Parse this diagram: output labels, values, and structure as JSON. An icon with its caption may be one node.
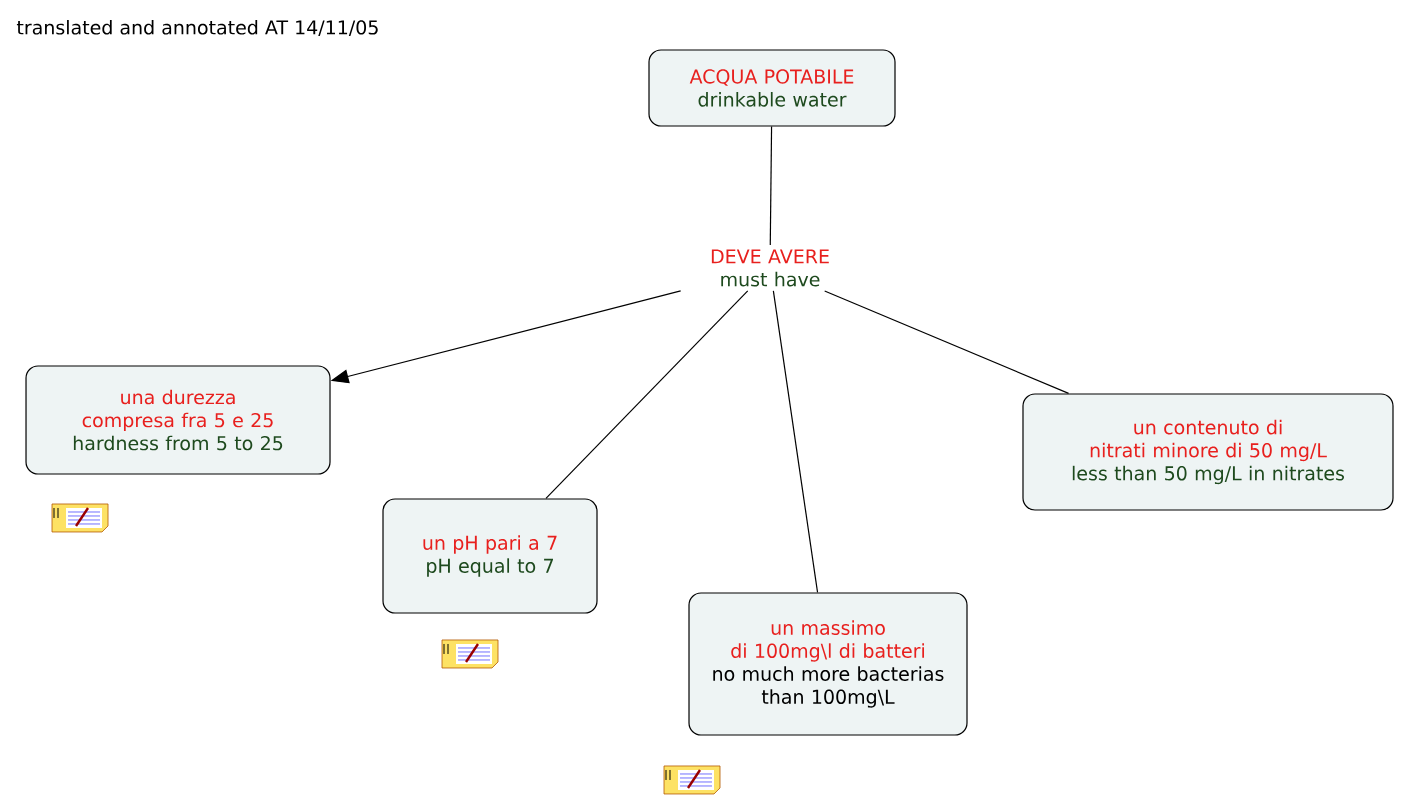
{
  "diagram": {
    "nodes": [
      {
        "text": [
          "ACQUA POTABILE",
          "drinkable water"
        ]
      },
      {
        "text": [
          "DEVE AVERE",
          "must have"
        ]
      },
      {
        "text": [
          "una durezza compresa fra 5 e 25",
          "hardness from 5 to 25"
        ]
      },
      {
        "text": [
          "un pH pari a 7",
          "pH equal to 7"
        ]
      },
      {
        "text": [
          "un massimo di 100mg\\l di batteri",
          "no much more bacterias than 100mg\\L"
        ]
      },
      {
        "text": [
          "un contenuto di nitrati minore di 50 mg/L",
          "less than 50 mg/L in nitrates"
        ]
      }
    ],
    "edges": [
      {
        "from": 0,
        "to": 1,
        "arrow": "none"
      },
      {
        "from": 1,
        "to": 2,
        "arrow": "to"
      },
      {
        "from": 1,
        "to": 3,
        "arrow": "none"
      },
      {
        "from": 1,
        "to": 4,
        "arrow": "none"
      },
      {
        "from": 1,
        "to": 5,
        "arrow": "none"
      }
    ],
    "labels": [
      "translated and annotated AT 14/11/05"
    ]
  }
}
